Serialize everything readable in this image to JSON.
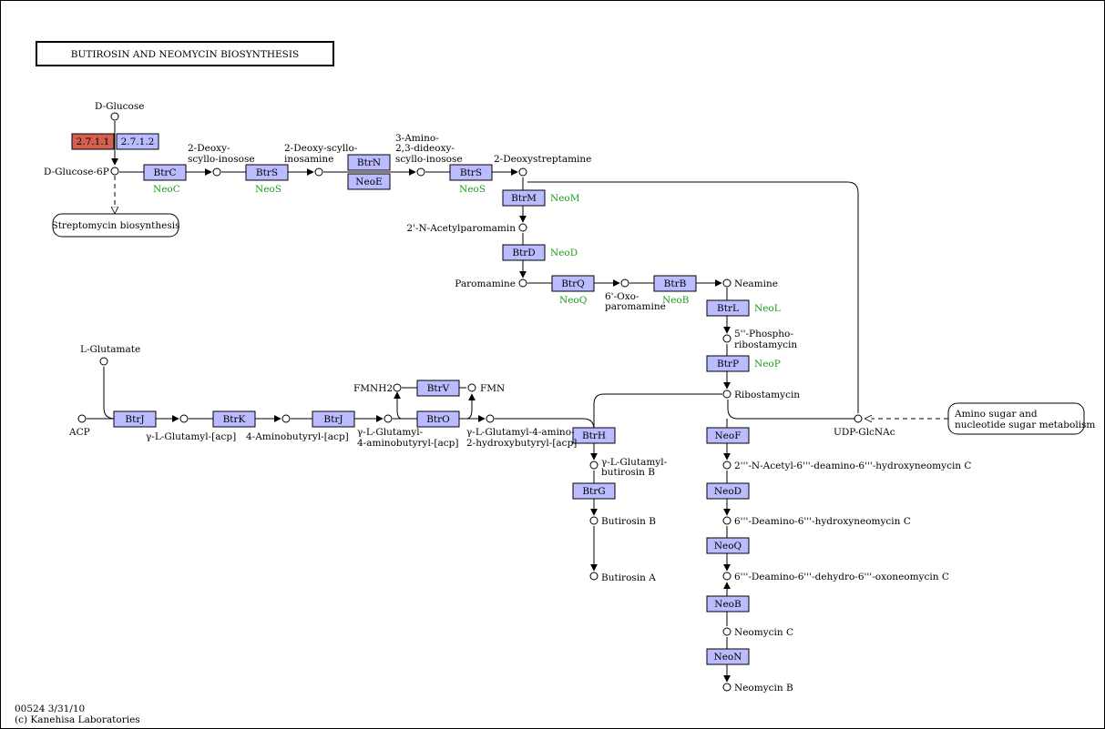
{
  "title": "BUTIROSIN AND NEOMYCIN BIOSYNTHESIS",
  "footer": {
    "code": "00524 3/31/10",
    "copyright": "(c) Kanehisa Laboratories"
  },
  "colors": {
    "gene_fill": "#bbbbff",
    "highlight_fill": "#d45f4f",
    "ortholog_text": "#199e19"
  },
  "genes": {
    "ec_2711": "2.7.1.1",
    "ec_2712": "2.7.1.2",
    "btrC": "BtrC",
    "btrS1": "BtrS",
    "btrN": "BtrN",
    "neoE": "NeoE",
    "btrS2": "BtrS",
    "btrM": "BtrM",
    "btrD": "BtrD",
    "btrQ": "BtrQ",
    "btrB": "BtrB",
    "btrL": "BtrL",
    "btrP": "BtrP",
    "btrV": "BtrV",
    "btrJ1": "BtrJ",
    "btrK": "BtrK",
    "btrJ2": "BtrJ",
    "btrO": "BtrO",
    "btrH": "BtrH",
    "btrG": "BtrG",
    "neoF": "NeoF",
    "neoD": "NeoD",
    "neoQ": "NeoQ",
    "neoB": "NeoB",
    "neoN": "NeoN"
  },
  "orthologs": {
    "neoC": "NeoC",
    "neoS1": "NeoS",
    "neoS2": "NeoS",
    "neoM": "NeoM",
    "neoD": "NeoD",
    "neoQ": "NeoQ",
    "neoB": "NeoB",
    "neoL": "NeoL",
    "neoP": "NeoP"
  },
  "compounds": {
    "d_glucose": "D-Glucose",
    "d_glucose_6p": "D-Glucose-6P",
    "deoxy_inosose": [
      "2-Deoxy-",
      "scyllo-inosose"
    ],
    "deoxy_inosamine": [
      "2-Deoxy-scyllo-",
      "inosamine"
    ],
    "amino_dideoxy": [
      "3-Amino-",
      "2,3-dideoxy-",
      "scyllo-inosose"
    ],
    "deoxystreptamine": "2-Deoxystreptamine",
    "acetylparomamine": "2'-N-Acetylparomamin",
    "paromamine": "Paromamine",
    "oxo_paromamine": [
      "6'-Oxo-",
      "paromamine"
    ],
    "neamine": "Neamine",
    "phospho_ribostamycin": [
      "5''-Phospho-",
      "ribostamycin"
    ],
    "ribostamycin": "Ribostamycin",
    "l_glutamate": "L-Glutamate",
    "acp": "ACP",
    "glutamyl_acp": "γ-L-Glutamyl-[acp]",
    "aminobutyryl_acp": "4-Aminobutyryl-[acp]",
    "glutamyl_aminobutyryl": [
      "γ-L-Glutamyl-",
      "4-aminobutyryl-[acp]"
    ],
    "glutamyl_hydroxybutyryl": [
      "γ-L-Glutamyl-4-amino-",
      "2-hydroxybutyryl-[acp]"
    ],
    "fmnh2": "FMNH2",
    "fmn": "FMN",
    "glutamyl_butirosin_b": [
      "γ-L-Glutamyl-",
      "butirosin B"
    ],
    "butirosin_b": "Butirosin B",
    "butirosin_a": "Butirosin A",
    "udp_glcnac": "UDP-GlcNAc",
    "acetyl_deamino_hydroxyneomycin": "2'''-N-Acetyl-6'''-deamino-6'''-hydroxyneomycin C",
    "deamino_hydroxyneomycin": "6'''-Deamino-6'''-hydroxyneomycin C",
    "deamino_dehydro_oxoneomycin": "6'''-Deamino-6'''-dehydro-6'''-oxoneomycin C",
    "neomycin_c": "Neomycin C",
    "neomycin_b": "Neomycin B"
  },
  "maps": {
    "streptomycin": "Streptomycin biosynthesis",
    "amino_sugar": [
      "Amino sugar and",
      "nucleotide sugar metabolism"
    ]
  }
}
